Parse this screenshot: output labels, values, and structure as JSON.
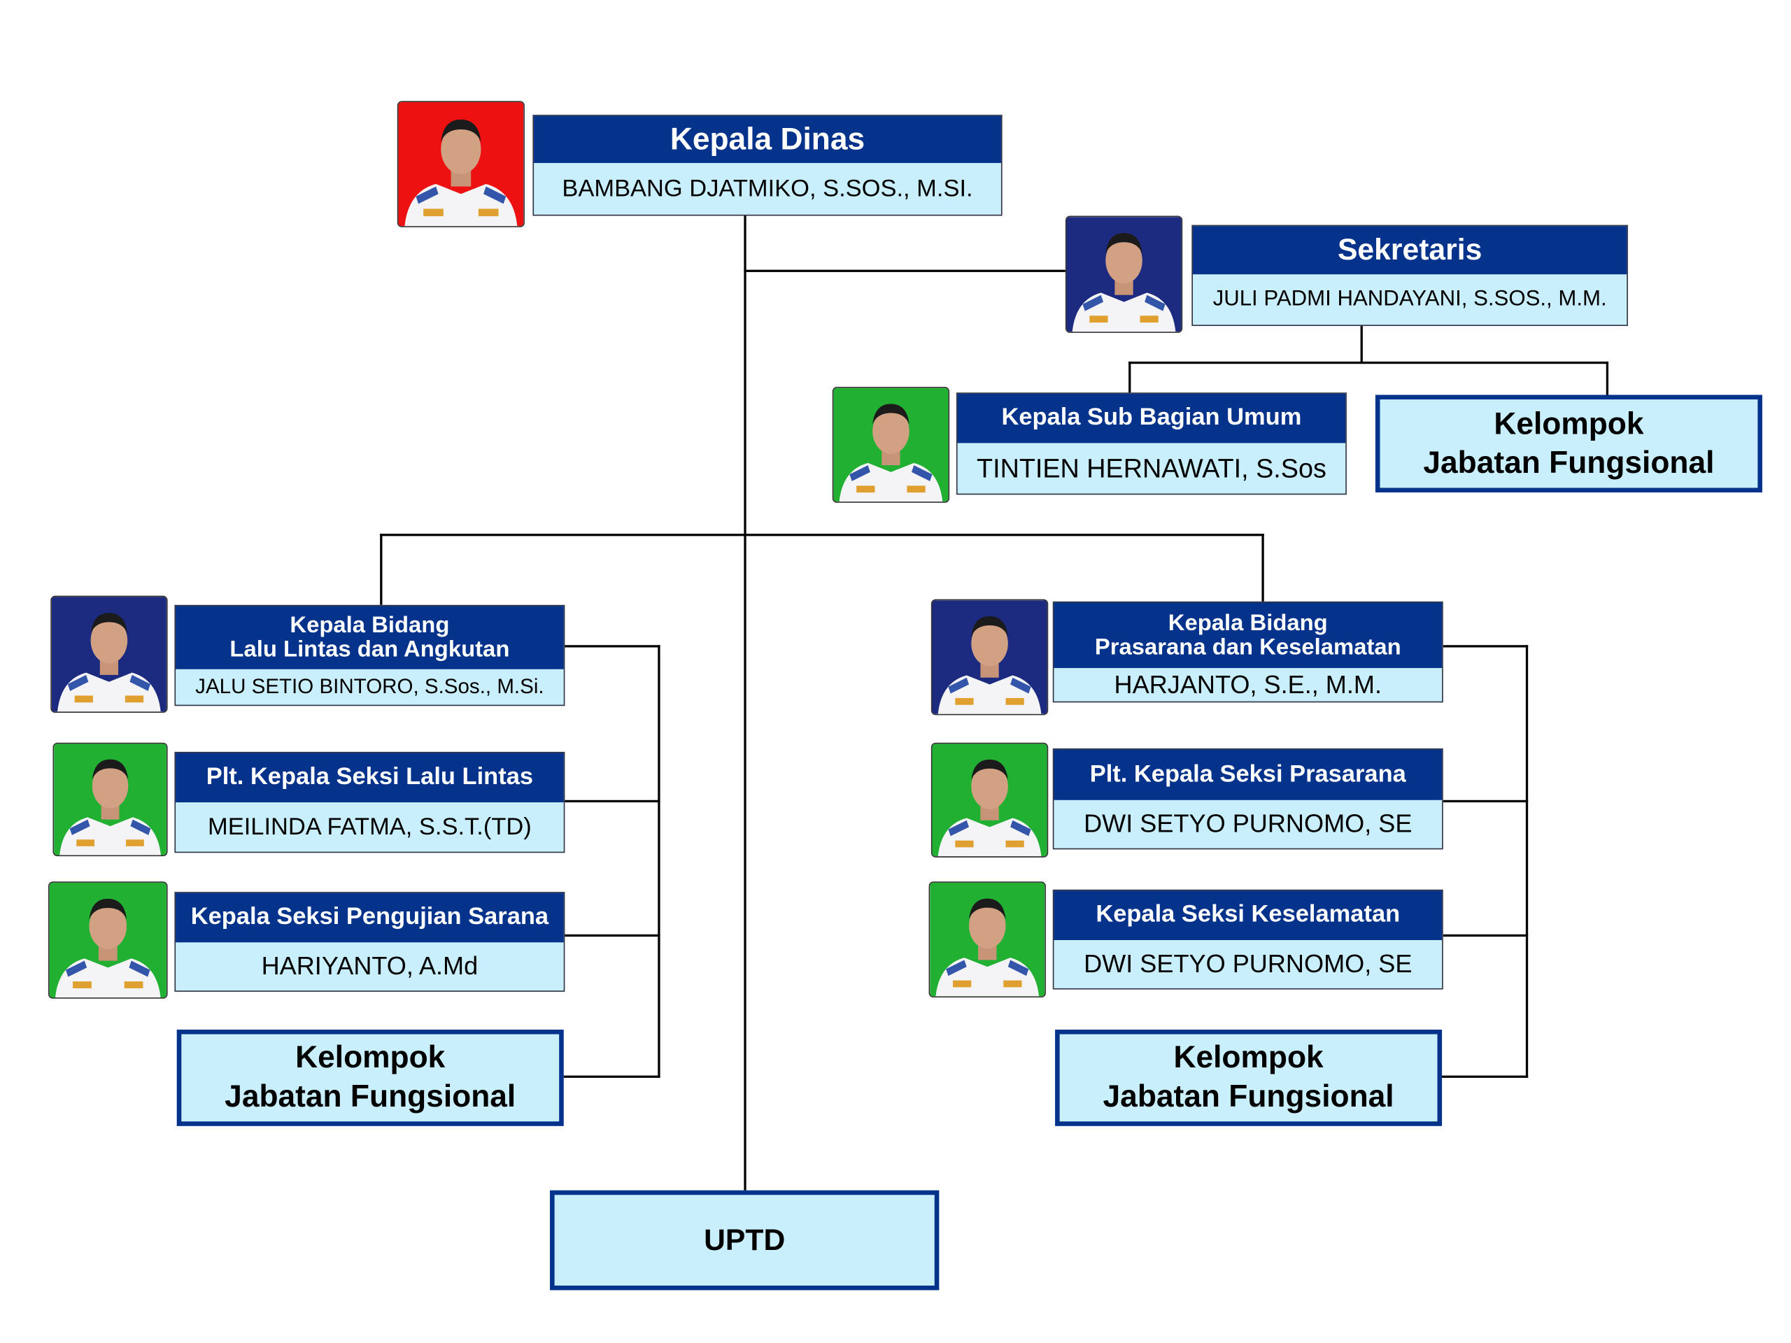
{
  "colors": {
    "header": "#05338c",
    "name_bg": "#c9eefc",
    "photo_red": "#ee1111",
    "photo_navy": "#1c2a80",
    "photo_green": "#22b033"
  },
  "head": {
    "title": "Kepala Dinas",
    "name": "BAMBANG DJATMIKO, S.SOS., M.SI."
  },
  "secretary": {
    "title": "Sekretaris",
    "name": "JULI PADMI HANDAYANI, S.SOS., M.M."
  },
  "general": {
    "title": "Kepala Sub Bagian Umum",
    "name": "TINTIEN HERNAWATI, S.Sos"
  },
  "groups": {
    "top": [
      "Kelompok",
      "Jabatan Fungsional"
    ],
    "left": [
      "Kelompok",
      "Jabatan Fungsional"
    ],
    "right": [
      "Kelompok",
      "Jabatan Fungsional"
    ]
  },
  "left": [
    {
      "title": [
        "Kepala Bidang",
        "Lalu Lintas dan Angkutan"
      ],
      "name": "JALU SETIO BINTORO, S.Sos., M.Si."
    },
    {
      "title": [
        "Plt. Kepala Seksi Lalu Lintas"
      ],
      "name": "MEILINDA FATMA, S.S.T.(TD)"
    },
    {
      "title": [
        "Kepala Seksi Pengujian Sarana"
      ],
      "name": "HARIYANTO, A.Md"
    }
  ],
  "right": [
    {
      "title": [
        "Kepala Bidang",
        "Prasarana dan Keselamatan"
      ],
      "name": "HARJANTO, S.E., M.M."
    },
    {
      "title": [
        "Plt. Kepala Seksi Prasarana"
      ],
      "name": "DWI SETYO PURNOMO, SE"
    },
    {
      "title": [
        "Kepala Seksi Keselamatan"
      ],
      "name": "DWI SETYO PURNOMO, SE"
    }
  ],
  "uptd": "UPTD"
}
